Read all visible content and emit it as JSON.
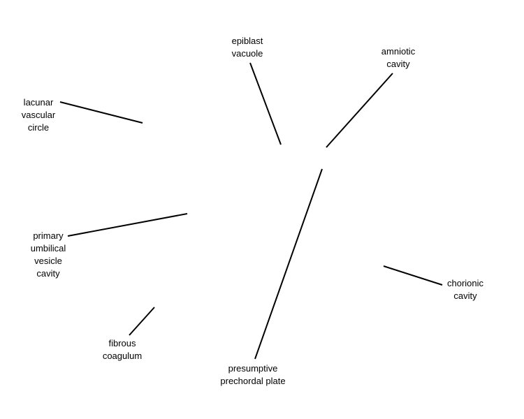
{
  "diagram": {
    "line_color": "#000000",
    "labels": {
      "epiblast_vacuole": [
        "epiblast",
        "vacuole"
      ],
      "amniotic_cavity": [
        "amniotic",
        "cavity"
      ],
      "lacunar_vascular_circle": [
        "lacunar",
        "vascular",
        "circle"
      ],
      "primary_umbilical_vesicle_cavity": [
        "primary",
        "umbilical",
        "vesicle",
        "cavity"
      ],
      "chorionic_cavity": [
        "chorionic",
        "cavity"
      ],
      "fibrous_coagulum": [
        "fibrous",
        "coagulum"
      ],
      "presumptive_prechordal_plate": [
        "presumptive",
        "prechordal plate"
      ]
    }
  }
}
